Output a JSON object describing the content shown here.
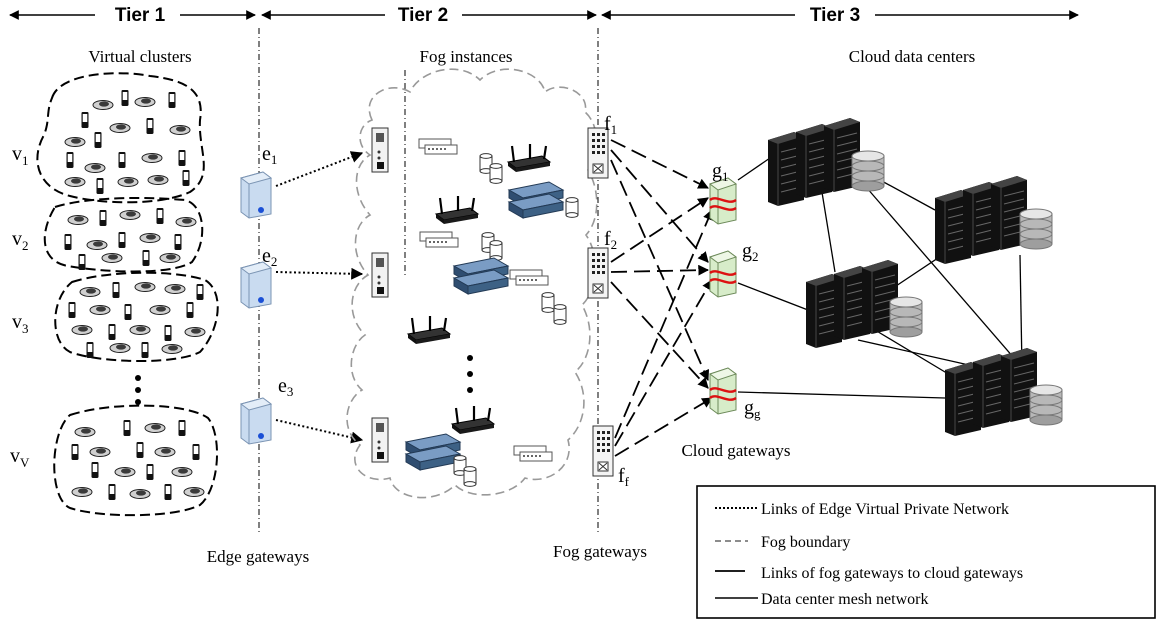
{
  "tiers": [
    "Tier 1",
    "Tier 2",
    "Tier 3"
  ],
  "sections": {
    "virtual_clusters": "Virtual clusters",
    "fog_instances": "Fog instances",
    "cloud_data_centers": "Cloud data centers",
    "edge_gateways": "Edge gateways",
    "fog_gateways": "Fog gateways",
    "cloud_gateways": "Cloud gateways"
  },
  "clusters": [
    {
      "base": "v",
      "sub": "1"
    },
    {
      "base": "v",
      "sub": "2"
    },
    {
      "base": "v",
      "sub": "3"
    },
    {
      "base": "v",
      "sub": "V"
    }
  ],
  "edge_nodes": [
    {
      "base": "e",
      "sub": "1"
    },
    {
      "base": "e",
      "sub": "2"
    },
    {
      "base": "e",
      "sub": "3"
    }
  ],
  "fog_nodes": [
    {
      "base": "f",
      "sub": "1"
    },
    {
      "base": "f",
      "sub": "2"
    },
    {
      "base": "f",
      "sub": "f"
    }
  ],
  "cloud_nodes": [
    {
      "base": "g",
      "sub": "1"
    },
    {
      "base": "g",
      "sub": "2"
    },
    {
      "base": "g",
      "sub": "g"
    }
  ],
  "legend": [
    {
      "style": "dotted",
      "label": "Links of Edge Virtual Private Network"
    },
    {
      "style": "dashed",
      "label": "Fog boundary"
    },
    {
      "style": "long-dash",
      "label": "Links of fog gateways to cloud gateways"
    },
    {
      "style": "solid",
      "label": "Data center mesh network"
    }
  ],
  "colors": {
    "edge_gateway": "#b9cde6",
    "cloud_gateway": "#d7ecc9",
    "switch": "#3d6185",
    "server": "#1b1b1b",
    "fog_boundary": "#9a9a9a"
  }
}
